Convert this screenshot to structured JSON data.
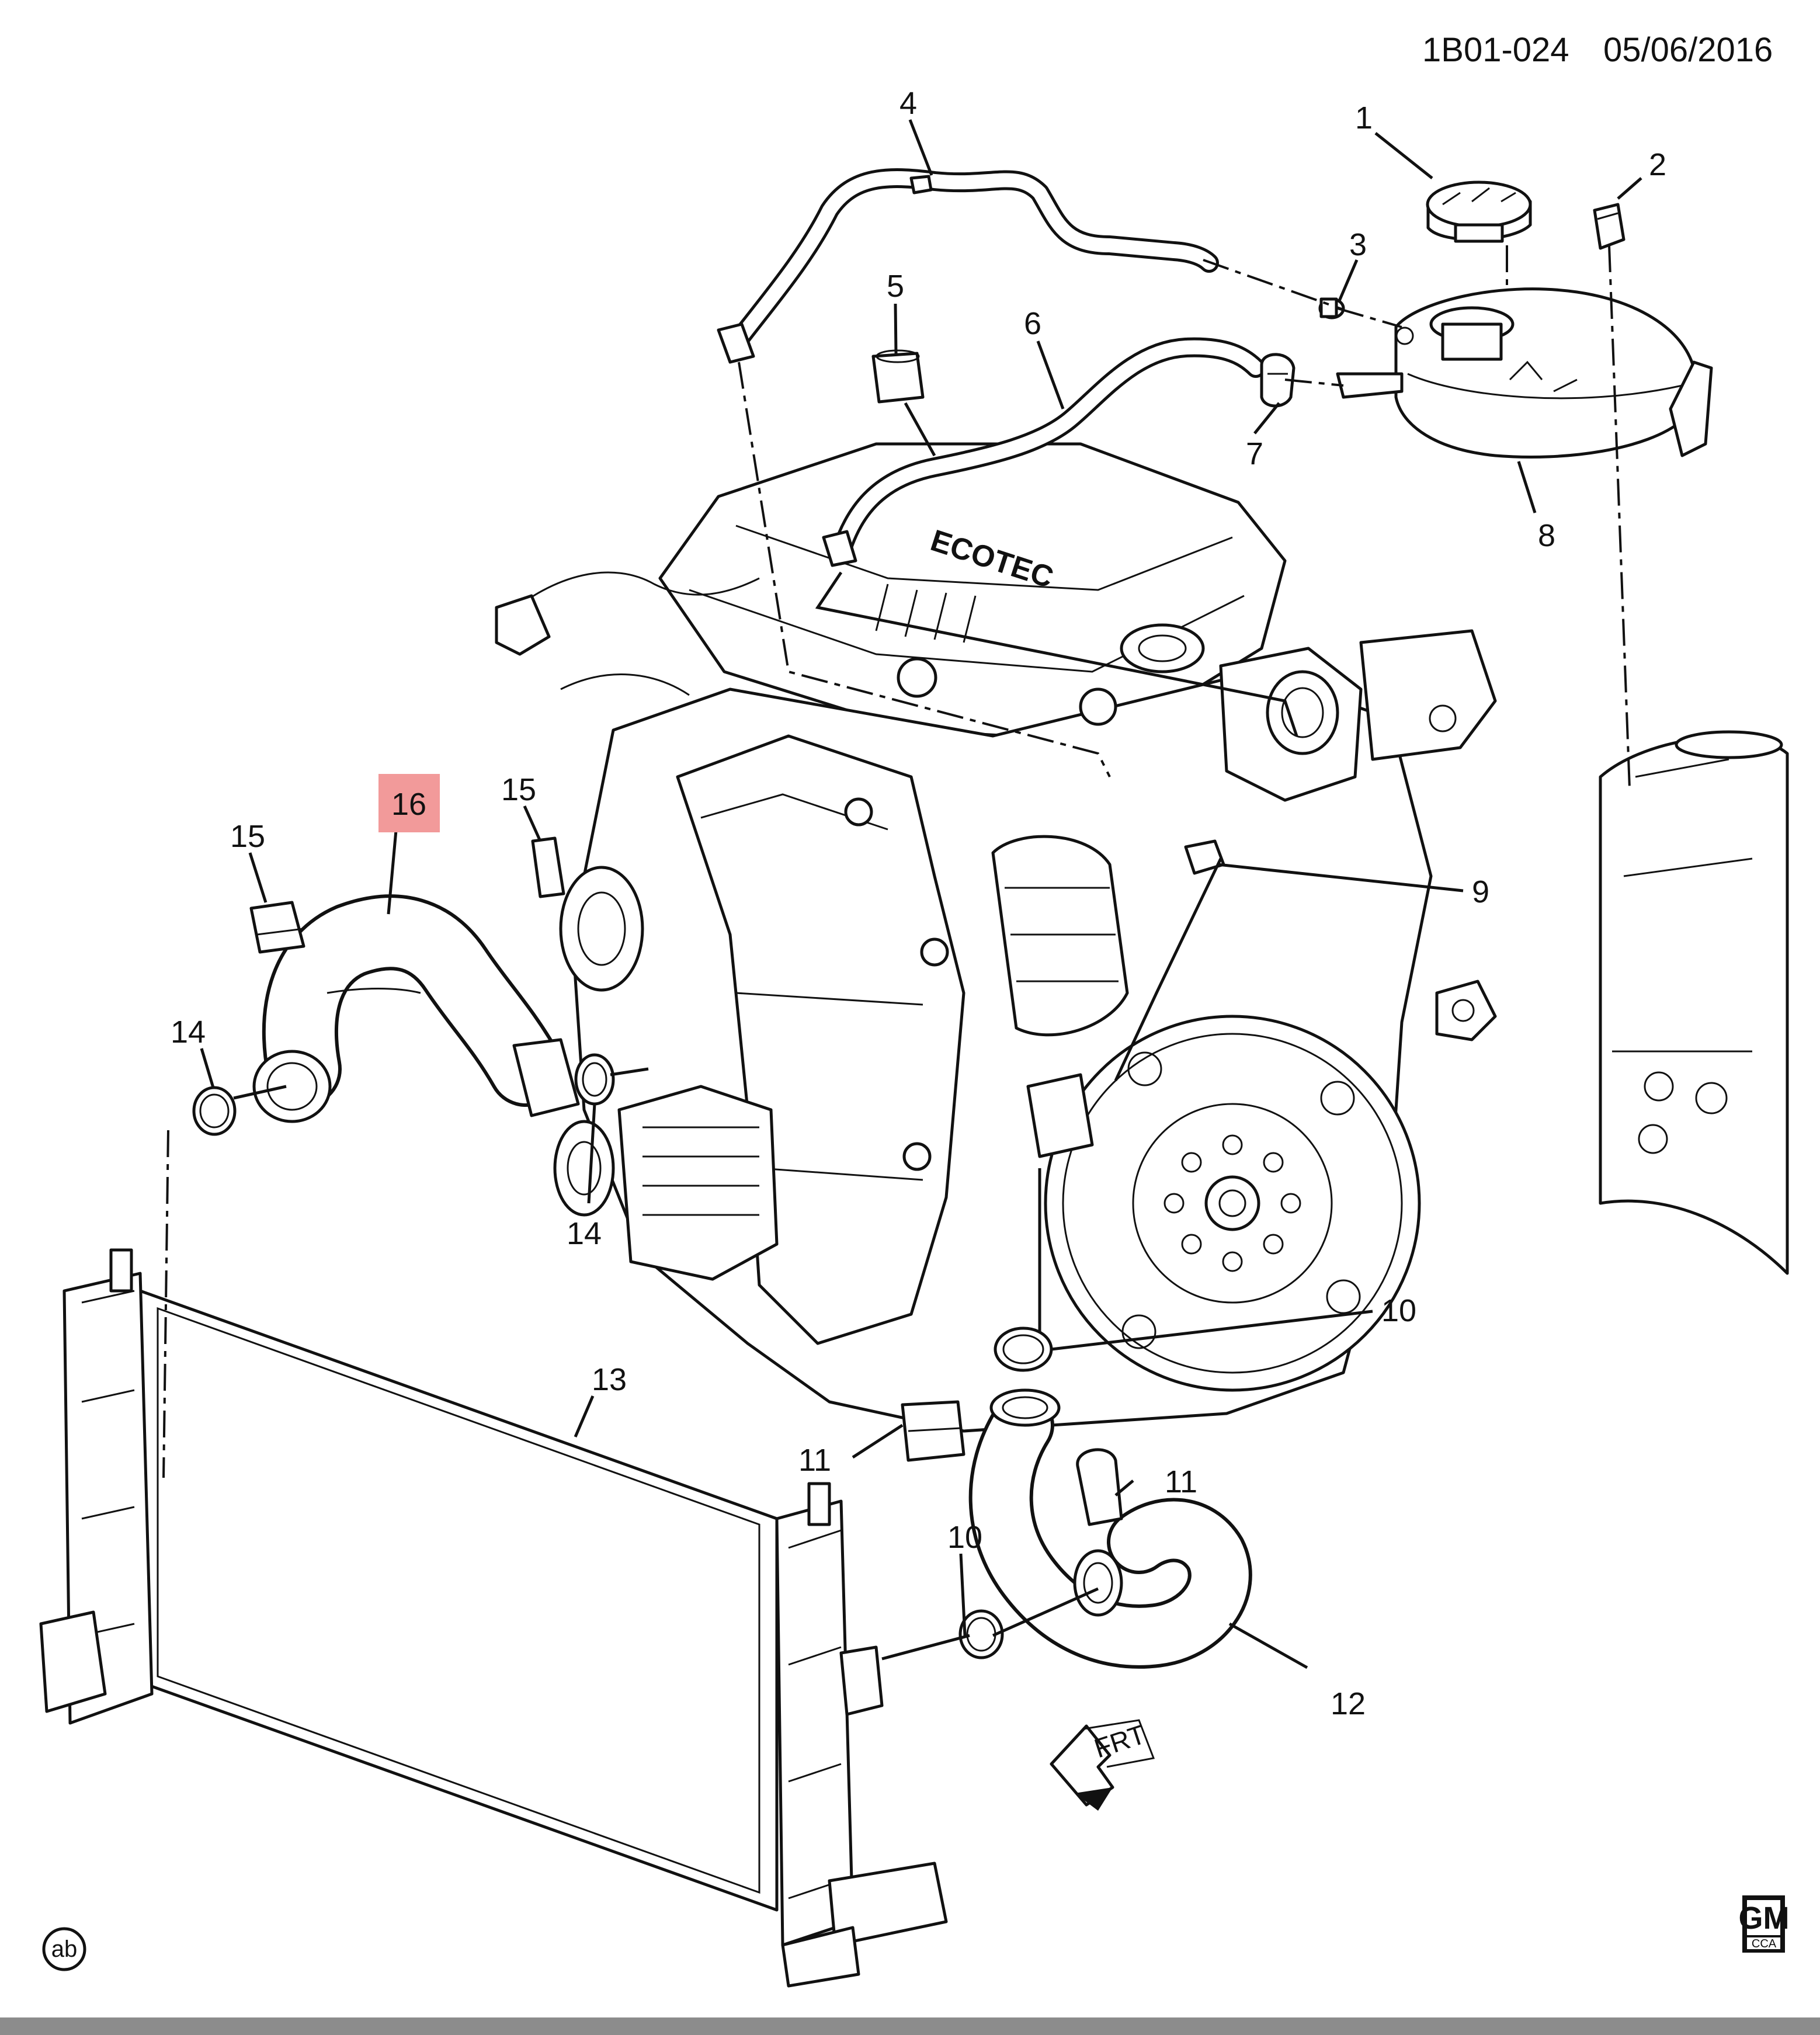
{
  "header": {
    "diagram_id": "1B01-024",
    "date": "05/06/2016"
  },
  "engine_label": "ECOTEC",
  "callouts": [
    {
      "id": "c1",
      "label": "1"
    },
    {
      "id": "c2",
      "label": "2"
    },
    {
      "id": "c3",
      "label": "3"
    },
    {
      "id": "c4",
      "label": "4"
    },
    {
      "id": "c5",
      "label": "5"
    },
    {
      "id": "c6",
      "label": "6"
    },
    {
      "id": "c7",
      "label": "7"
    },
    {
      "id": "c8",
      "label": "8"
    },
    {
      "id": "c9",
      "label": "9"
    },
    {
      "id": "c10a",
      "label": "10"
    },
    {
      "id": "c10b",
      "label": "10"
    },
    {
      "id": "c11a",
      "label": "11"
    },
    {
      "id": "c11b",
      "label": "11"
    },
    {
      "id": "c12",
      "label": "12"
    },
    {
      "id": "c13",
      "label": "13"
    },
    {
      "id": "c14a",
      "label": "14"
    },
    {
      "id": "c14b",
      "label": "14"
    },
    {
      "id": "c15a",
      "label": "15"
    },
    {
      "id": "c15b",
      "label": "15"
    },
    {
      "id": "c16",
      "label": "16",
      "highlighted": true,
      "highlight_color": "#f29a9a"
    }
  ],
  "direction_indicator": "FRT",
  "corner_mark": "ab",
  "logo": {
    "main": "GM",
    "sub": "CCA"
  },
  "colors": {
    "line": "#111111",
    "background": "#ffffff",
    "highlight": "#f29a9a",
    "footer_bar": "#8c8c8c"
  }
}
